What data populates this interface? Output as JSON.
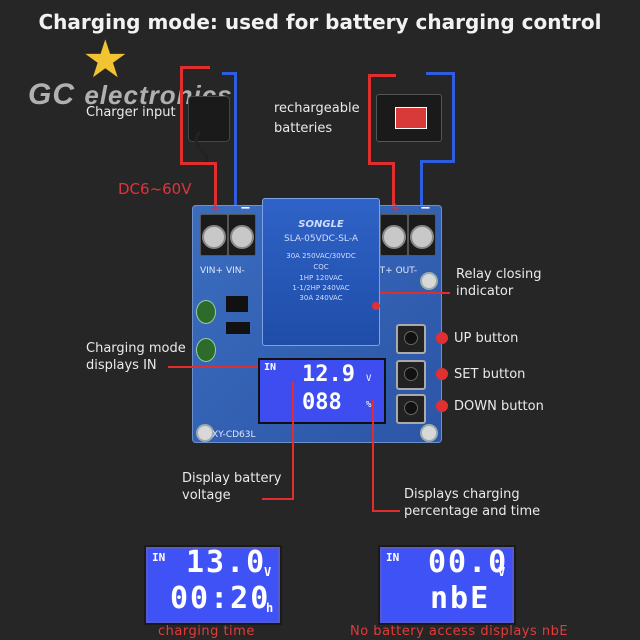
{
  "title": "Charging mode: used for battery charging control",
  "brand": {
    "gc": "GC",
    "text": "electronics"
  },
  "labels": {
    "charger_input": "Charger input",
    "rechargeable": "rechargeable",
    "batteries": "batteries",
    "dc_range": "DC6~60V",
    "relay_indicator_1": "Relay closing",
    "relay_indicator_2": "indicator",
    "up_button": "UP button",
    "set_button": "SET button",
    "down_button": "DOWN button",
    "charging_mode_1": "Charging mode",
    "charging_mode_2": "displays IN",
    "display_voltage_1": "Display battery",
    "display_voltage_2": "voltage",
    "display_pct_1": "Displays charging",
    "display_pct_2": "percentage and time"
  },
  "board": {
    "model": "XY-CD63L",
    "vin_label": "VIN+  VIN-",
    "out_label": "OUT+  OUT-",
    "plus": "+",
    "minus": "−",
    "relay_text": [
      "SONGLE",
      "SLA-05VDC-SL-A",
      "30A 250VAC/30VDC",
      "CQC",
      "1HP 120VAC",
      "1-1/2HP 240VAC",
      "30A 240VAC"
    ],
    "lcd": {
      "in": "IN",
      "voltage": "12.9",
      "v": "V",
      "percent": "088",
      "pct": "%"
    }
  },
  "panels": [
    {
      "in": "IN",
      "top": "13.0",
      "top_unit": "V",
      "bottom": "00:20",
      "bottom_unit": "h",
      "caption": "charging time"
    },
    {
      "in": "IN",
      "top": "00.0",
      "top_unit": "V",
      "bottom": "nbE",
      "bottom_unit": "",
      "caption": "No battery access displays nbE"
    }
  ],
  "colors": {
    "wire_red": "#e02e2e",
    "wire_blue": "#2f5de0",
    "lcd": "#3e52f5",
    "caption_red": "#e53a3a"
  }
}
